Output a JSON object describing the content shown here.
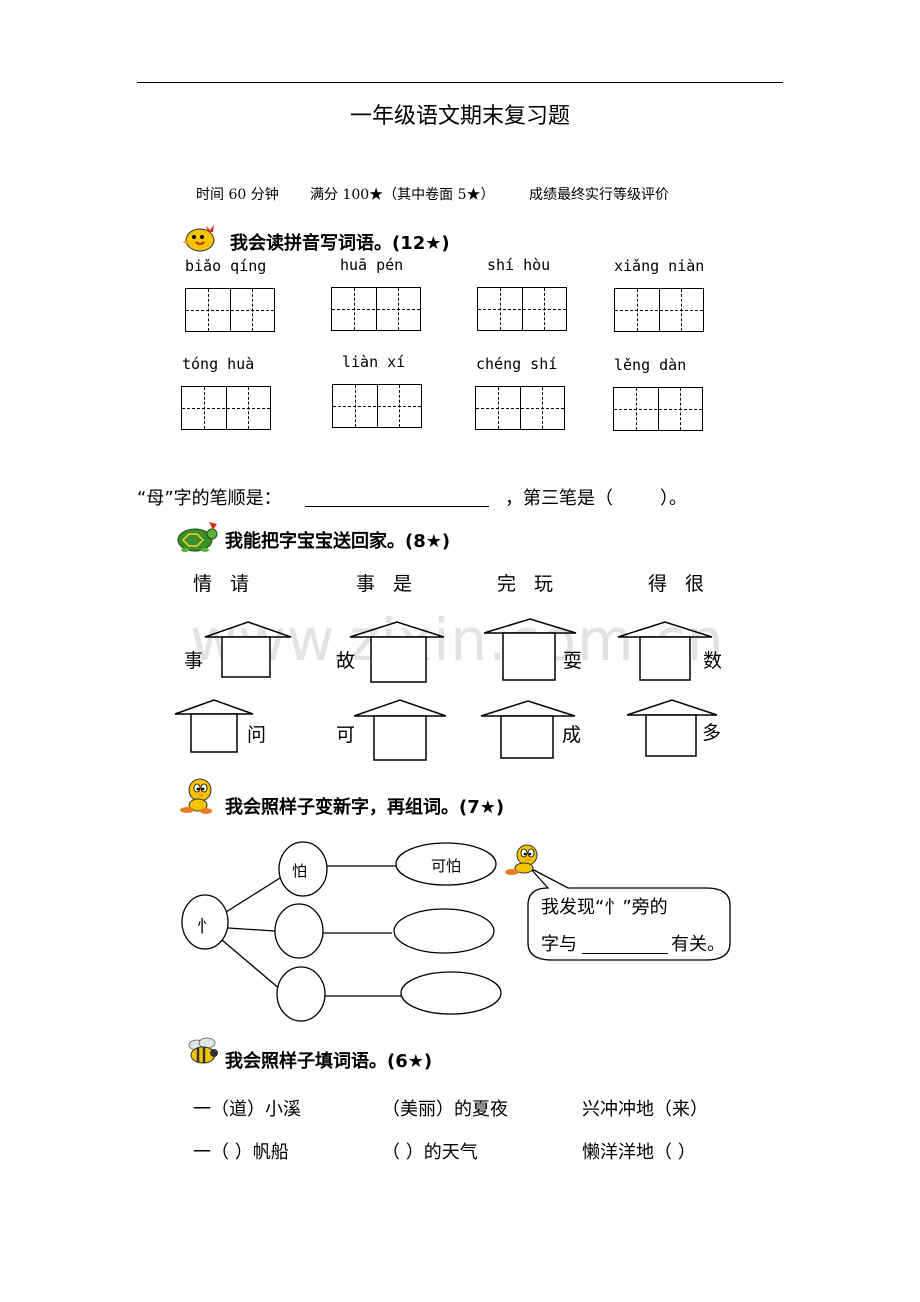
{
  "title": "一年级语文期末复习题",
  "info": {
    "time": "时间 60 分钟",
    "full_score": "满分 100★（其中卷面 5★）",
    "grading": "成绩最终实行等级评价"
  },
  "watermark": "www.zixin.com.cn",
  "section1": {
    "heading": "我会读拼音写词语。(12★)",
    "icon": "chick-icon",
    "pinyin": [
      "biǎo qíng",
      "huā pén",
      "shí  hòu",
      "xiǎng niàn",
      "tóng huà",
      "liàn  xí",
      "chéng shí",
      "lěng dàn"
    ]
  },
  "stroke_question": {
    "prefix": "“母”字的笔顺是：",
    "middle": "，第三笔是（",
    "suffix": "）。"
  },
  "section2": {
    "heading": "我能把字宝宝送回家。(8★)",
    "icon": "turtle-icon",
    "word_pairs": [
      "情  请",
      "事  是",
      "完  玩",
      "得  很"
    ],
    "row1_chars": [
      "事",
      "故",
      "耍",
      "数"
    ],
    "row2_chars": [
      "问",
      "可",
      "成",
      "多"
    ]
  },
  "section3": {
    "heading": "我会照样子变新字，再组词。(7★)",
    "icon": "bird-icon",
    "root": "忄",
    "example_char": "怕",
    "example_word": "可怕",
    "bubble_line1": "我发现“忄”旁的",
    "bubble_line2_a": "字与",
    "bubble_line2_b": "有关。"
  },
  "section4": {
    "heading": "我会照样子填词语。(6★)",
    "icon": "bee-icon",
    "row1": [
      "一（道）小溪",
      "（美丽）的夏夜",
      "兴冲冲地（来）"
    ],
    "row2": [
      "一（    ）帆船",
      "（      ）的天气",
      "懒洋洋地（    ）"
    ]
  }
}
